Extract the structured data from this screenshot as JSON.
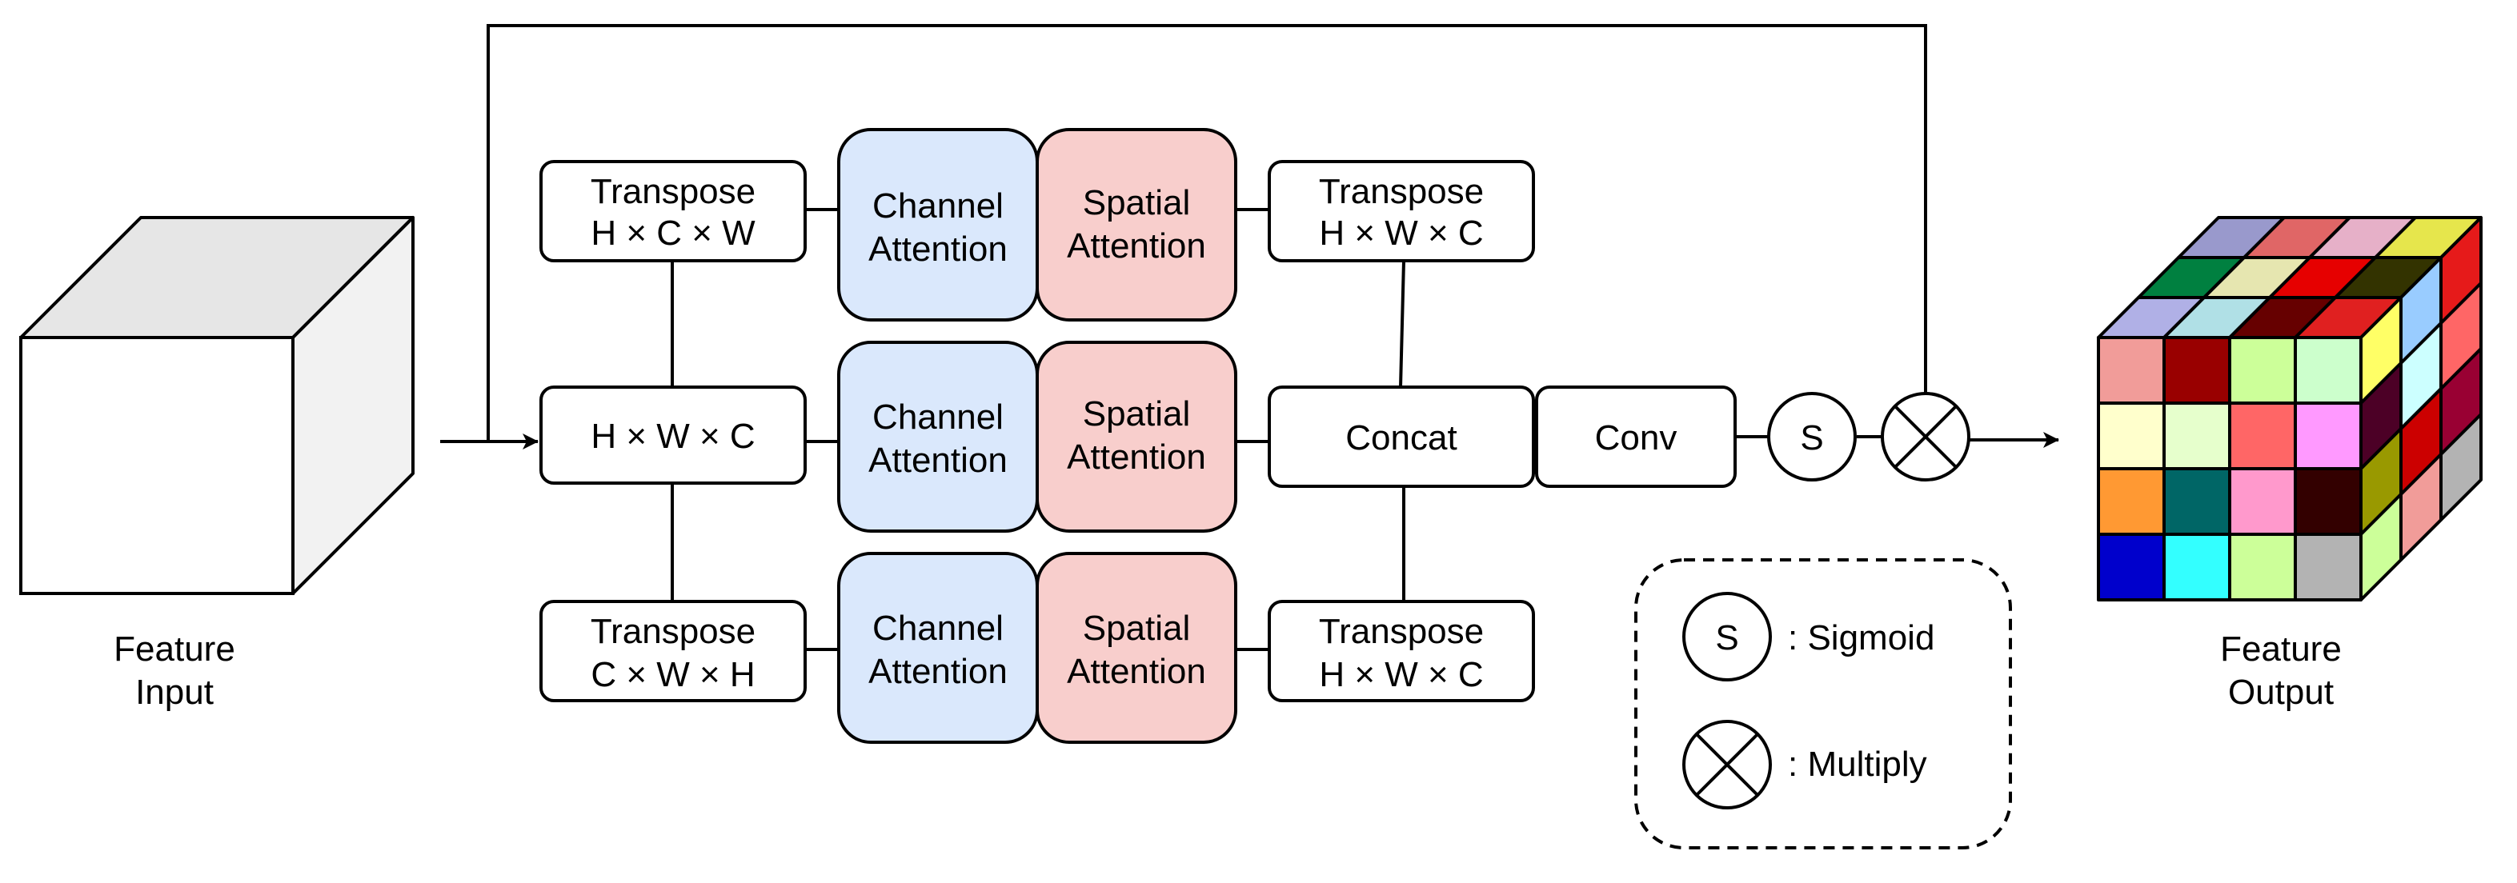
{
  "feature_input": {
    "line1": "Feature",
    "line2": "Input"
  },
  "feature_output": {
    "line1": "Feature",
    "line2": "Output"
  },
  "branches": [
    {
      "input_line1": "Transpose",
      "input_line2": "H × C × W",
      "channel_line1": "Channel",
      "channel_line2": "Attention",
      "spatial_line1": "Spatial",
      "spatial_line2": "Attention",
      "output_line1": "Transpose",
      "output_line2": "H × W × C"
    },
    {
      "input_line1": "H × W × C",
      "channel_line1": "Channel",
      "channel_line2": "Attention",
      "spatial_line1": "Spatial",
      "spatial_line2": "Attention"
    },
    {
      "input_line1": "Transpose",
      "input_line2": "C × W × H",
      "channel_line1": "Channel",
      "channel_line2": "Attention",
      "spatial_line1": "Spatial",
      "spatial_line2": "Attention",
      "output_line1": "Transpose",
      "output_line2": "H × W × C"
    }
  ],
  "concat_label": "Concat",
  "conv_label": "Conv",
  "sigmoid_symbol": "S",
  "legend": {
    "sigmoid_symbol": "S",
    "sigmoid_text": ": Sigmoid",
    "multiply_text": ": Multiply"
  },
  "colors": {
    "channel_attention_fill": "#dae8fc",
    "spatial_attention_fill": "#f8cecc",
    "input_cube_top": "#e6e6e6",
    "input_cube_side": "#f2f2f2",
    "input_cube_front": "#ffffff",
    "output_cube_front": [
      "#f19c99",
      "#990000",
      "#ccff99",
      "#ccffcc",
      "#ffffcc",
      "#e6ffcc",
      "#ff6666",
      "#ff99ff",
      "#ff9933",
      "#006666",
      "#ff99cc",
      "#330000",
      "#0000cc",
      "#33ffff",
      "#ccff99",
      "#b3b3b3"
    ],
    "output_cube_top": [
      "#9999cc",
      "#e06666",
      "#e6b0c8",
      "#e6e64c",
      "#008040",
      "#e6e6b0",
      "#e60000",
      "#333300",
      "#b0b0e6",
      "#b0e0e6",
      "#660000",
      "#e02020"
    ],
    "output_cube_side": [
      "#ffff66",
      "#99ccff",
      "#e61a1a",
      "#4c0026",
      "#ccffff",
      "#ff6666",
      "#999900",
      "#cc0000",
      "#990033",
      "#ccff99",
      "#f19c99",
      "#b3b3b3"
    ]
  }
}
